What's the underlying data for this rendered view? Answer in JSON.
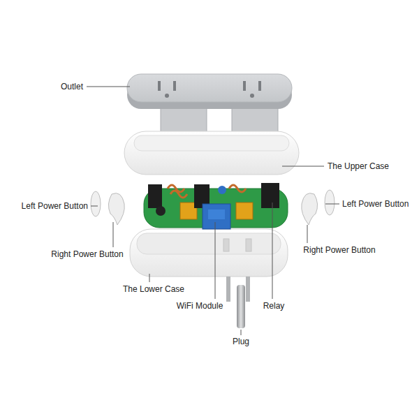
{
  "diagram": {
    "labels": [
      "Outlet",
      "The Upper Case",
      "Left Power Button",
      "Left Power Button",
      "Right Power Button",
      "Right Power Button",
      "The Lower Case",
      "WiFi Module",
      "Relay",
      "Plug"
    ]
  }
}
